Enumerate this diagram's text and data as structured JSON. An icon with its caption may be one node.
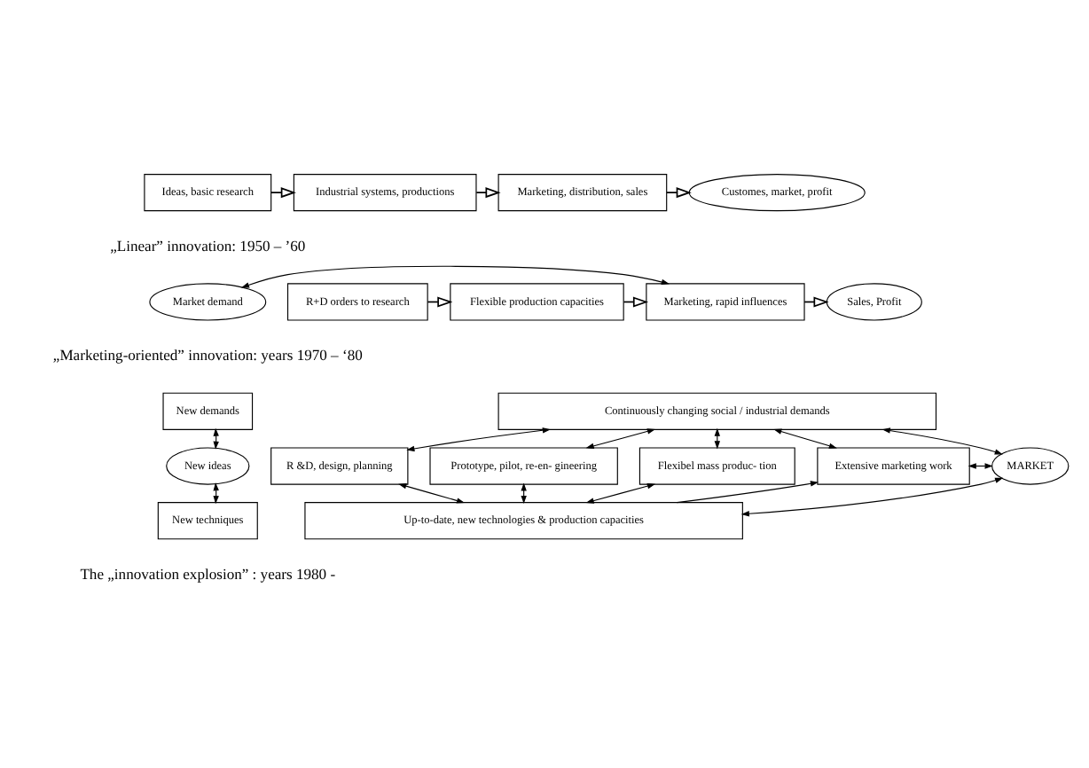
{
  "diagram": {
    "nodes": [
      {
        "text": [
          "Ideas, basic research"
        ]
      },
      {
        "text": [
          "Industrial systems, productions"
        ]
      },
      {
        "text": [
          "Marketing, distribution, sales"
        ]
      },
      {
        "text": [
          "Customes, market, profit"
        ]
      },
      {
        "text": [
          "Market demand"
        ]
      },
      {
        "text": [
          "R+D orders to research"
        ]
      },
      {
        "text": [
          "Flexible production capacities"
        ]
      },
      {
        "text": [
          "Marketing, rapid influences"
        ]
      },
      {
        "text": [
          "Sales, Profit"
        ]
      },
      {
        "text": [
          "New demands"
        ]
      },
      {
        "text": [
          "Continuously changing social / industrial demands"
        ]
      },
      {
        "text": [
          "New ideas"
        ]
      },
      {
        "text": [
          "R &D, design, planning"
        ]
      },
      {
        "text": [
          "Prototype, pilot, re-en- gineering"
        ]
      },
      {
        "text": [
          "Flexibel mass produc- tion"
        ]
      },
      {
        "text": [
          "Extensive marketing work"
        ]
      },
      {
        "text": [
          "MARKET"
        ]
      },
      {
        "text": [
          "New techniques"
        ]
      },
      {
        "text": [
          "Up-to-date, new technologies & production capacities"
        ]
      }
    ],
    "edges": [
      {
        "from": 0,
        "to": 1,
        "arrow": "to"
      },
      {
        "from": 1,
        "to": 2,
        "arrow": "to"
      },
      {
        "from": 2,
        "to": 3,
        "arrow": "to"
      },
      {
        "from": 5,
        "to": 6,
        "arrow": "to"
      },
      {
        "from": 6,
        "to": 7,
        "arrow": "to"
      },
      {
        "from": 7,
        "to": 8,
        "arrow": "to"
      },
      {
        "from": 4,
        "to": 7,
        "arrow": "both"
      },
      {
        "from": 9,
        "to": 11,
        "arrow": "both"
      },
      {
        "from": 11,
        "to": 17,
        "arrow": "both"
      },
      {
        "from": 10,
        "to": 12,
        "arrow": "both"
      },
      {
        "from": 10,
        "to": 13,
        "arrow": "both"
      },
      {
        "from": 10,
        "to": 14,
        "arrow": "both"
      },
      {
        "from": 10,
        "to": 15,
        "arrow": "both"
      },
      {
        "from": 12,
        "to": 18,
        "arrow": "both"
      },
      {
        "from": 13,
        "to": 18,
        "arrow": "both"
      },
      {
        "from": 14,
        "to": 18,
        "arrow": "both"
      },
      {
        "from": 18,
        "to": 15,
        "arrow": "to"
      },
      {
        "from": 10,
        "to": 16,
        "arrow": "both"
      },
      {
        "from": 15,
        "to": 16,
        "arrow": "both"
      },
      {
        "from": 18,
        "to": 16,
        "arrow": "both"
      }
    ],
    "labels": [
      "„Linear” innovation: 1950 – ’60",
      "„Marketing-oriented” innovation: years 1970 – ‘80",
      "The „innovation explosion” : years 1980 -"
    ]
  }
}
